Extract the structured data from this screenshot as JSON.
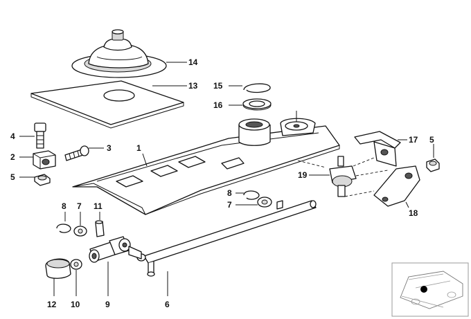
{
  "callouts": {
    "c1": "1",
    "c2": "2",
    "c3": "3",
    "c4": "4",
    "c5a": "5",
    "c5b": "5",
    "c6": "6",
    "c7a": "7",
    "c7b": "7",
    "c8a": "8",
    "c8b": "8",
    "c9": "9",
    "c10": "10",
    "c11": "11",
    "c12": "12",
    "c13": "13",
    "c14": "14",
    "c15": "15",
    "c16": "16",
    "c17": "17",
    "c18": "18",
    "c19": "19"
  },
  "colors": {
    "line": "#111111",
    "shade": "#d9d9d9",
    "background": "#ffffff"
  },
  "thumbnail": {
    "icon": "car-silhouette-icon"
  }
}
